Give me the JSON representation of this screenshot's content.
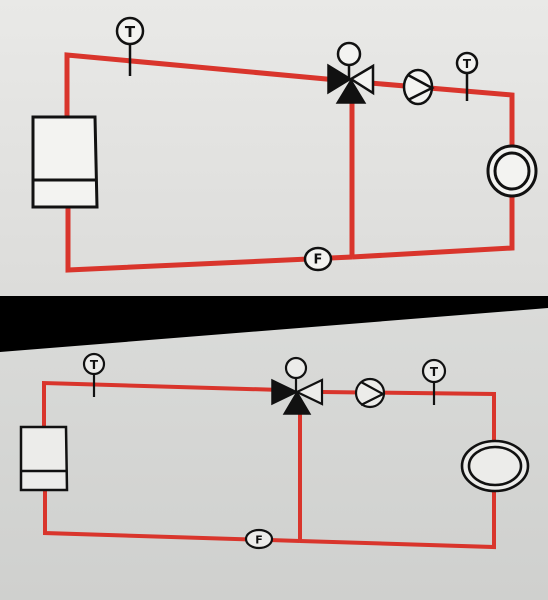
{
  "panels": [
    {
      "sensor_left_label": "T",
      "sensor_right_label": "T",
      "flow_label": "F"
    },
    {
      "sensor_left_label": "T",
      "sensor_right_label": "T",
      "flow_label": "F"
    }
  ],
  "colors": {
    "pipe": "#d9352c",
    "symbol": "#111111",
    "background_top": "#e4e4e2",
    "background_bottom": "#d7d8d6",
    "frame": "#000000"
  }
}
